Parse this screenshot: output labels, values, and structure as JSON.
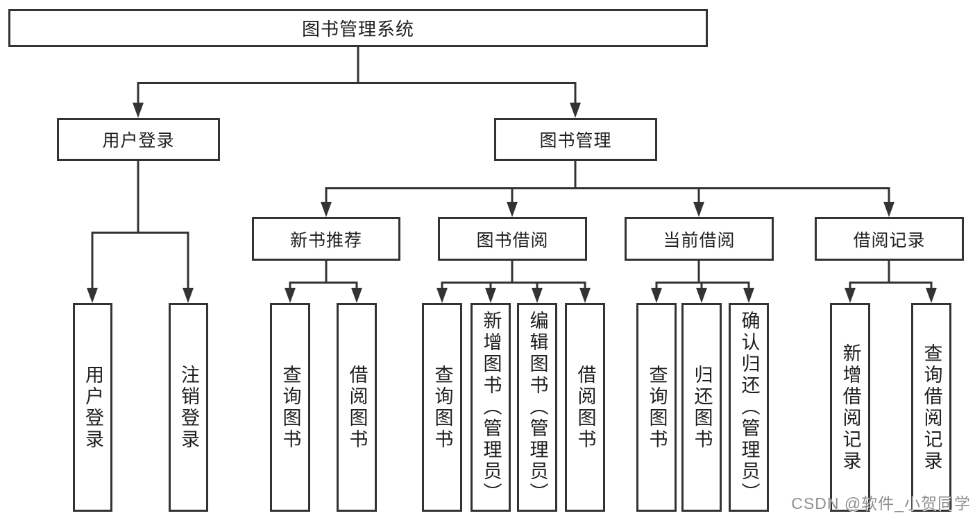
{
  "tree": {
    "root": {
      "label": "图书管理系统",
      "children": [
        {
          "label": "用户登录",
          "children": [
            {
              "label": "用户登录"
            },
            {
              "label": "注销登录"
            }
          ]
        },
        {
          "label": "图书管理",
          "children": [
            {
              "label": "新书推荐",
              "children": [
                {
                  "label": "查询图书"
                },
                {
                  "label": "借阅图书"
                }
              ]
            },
            {
              "label": "图书借阅",
              "children": [
                {
                  "label": "查询图书"
                },
                {
                  "label": "新增图书（管理员）"
                },
                {
                  "label": "编辑图书（管理员）"
                },
                {
                  "label": "借阅图书"
                }
              ]
            },
            {
              "label": "当前借阅",
              "children": [
                {
                  "label": "查询图书"
                },
                {
                  "label": "归还图书"
                },
                {
                  "label": "确认归还（管理员）"
                }
              ]
            },
            {
              "label": "借阅记录",
              "children": [
                {
                  "label": "新增借阅记录"
                },
                {
                  "label": "查询借阅记录"
                }
              ]
            }
          ]
        }
      ]
    }
  },
  "colors": {
    "line": "#333333",
    "text": "#1f1f1f",
    "watermark": "#8f8f8f",
    "background": "#ffffff"
  },
  "watermark": {
    "text": "CSDN @软件_小贺同学"
  }
}
